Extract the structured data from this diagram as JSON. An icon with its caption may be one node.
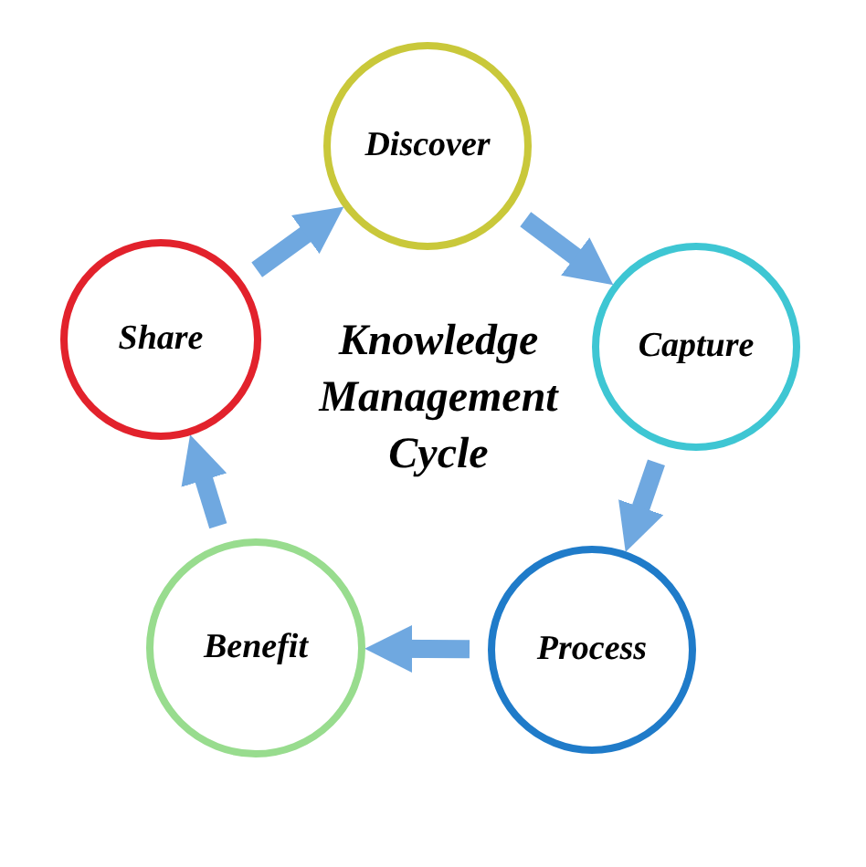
{
  "diagram": {
    "title": "Knowledge Management Cycle",
    "nodes": [
      {
        "text": [
          "Discover"
        ]
      },
      {
        "text": [
          "Capture"
        ]
      },
      {
        "text": [
          "Process"
        ]
      },
      {
        "text": [
          "Benefit"
        ]
      },
      {
        "text": [
          "Share"
        ]
      }
    ],
    "edges": [
      {
        "from": 0,
        "to": 1,
        "arrow": "to"
      },
      {
        "from": 1,
        "to": 2,
        "arrow": "to"
      },
      {
        "from": 2,
        "to": 3,
        "arrow": "to"
      },
      {
        "from": 3,
        "to": 4,
        "arrow": "to"
      },
      {
        "from": 4,
        "to": 0,
        "arrow": "to"
      }
    ]
  }
}
